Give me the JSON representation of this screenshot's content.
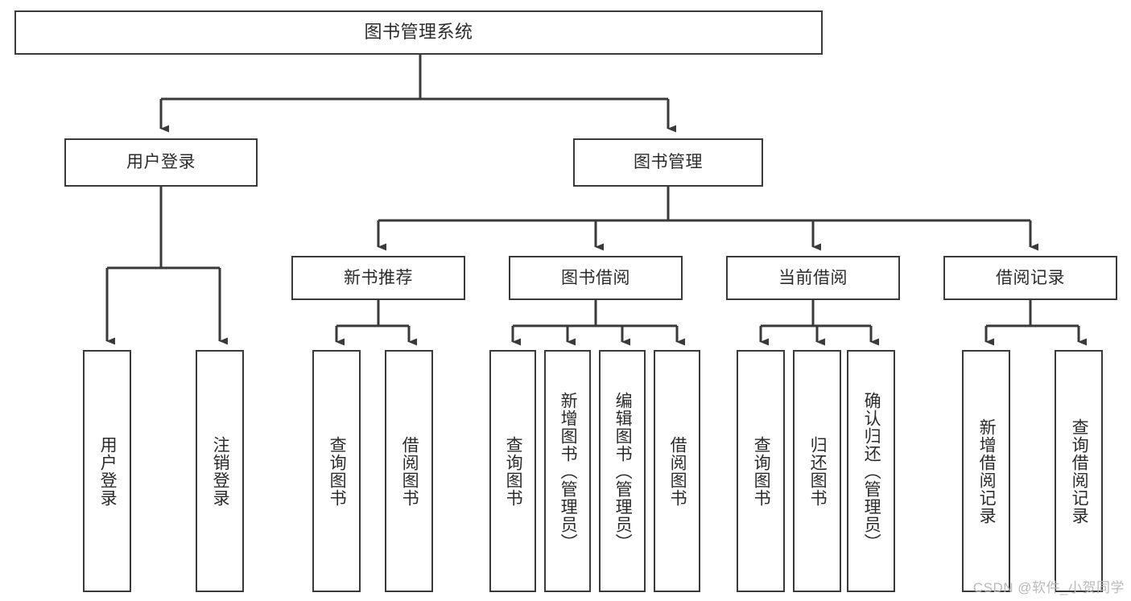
{
  "diagram": {
    "type": "hierarchy-tree",
    "title": "图书管理系统",
    "watermark": "CSDN @软件_小贺同学",
    "colors": {
      "background": "#ffffff",
      "box_border": "#3a3a3a",
      "box_fill": "#ffffff",
      "connector": "#3a3a3a",
      "text": "#2b2b2b",
      "watermark": "#b9b9b9"
    },
    "root": {
      "label": "图书管理系统"
    },
    "level1": [
      {
        "label": "用户登录"
      },
      {
        "label": "图书管理"
      }
    ],
    "level2": [
      {
        "label": "新书推荐"
      },
      {
        "label": "图书借阅"
      },
      {
        "label": "当前借阅"
      },
      {
        "label": "借阅记录"
      }
    ],
    "leaves": {
      "user_login": [
        {
          "label": "用户登录"
        },
        {
          "label": "注销登录"
        }
      ],
      "new_book_recommend": [
        {
          "label": "查询图书"
        },
        {
          "label": "借阅图书"
        }
      ],
      "book_borrow": [
        {
          "label": "查询图书"
        },
        {
          "label": "新增图书（管理员）"
        },
        {
          "label": "编辑图书（管理员）"
        },
        {
          "label": "借阅图书"
        }
      ],
      "current_borrow": [
        {
          "label": "查询图书"
        },
        {
          "label": "归还图书"
        },
        {
          "label": "确认归还（管理员）"
        }
      ],
      "borrow_record": [
        {
          "label": "新增借阅记录"
        },
        {
          "label": "查询借阅记录"
        }
      ]
    }
  }
}
